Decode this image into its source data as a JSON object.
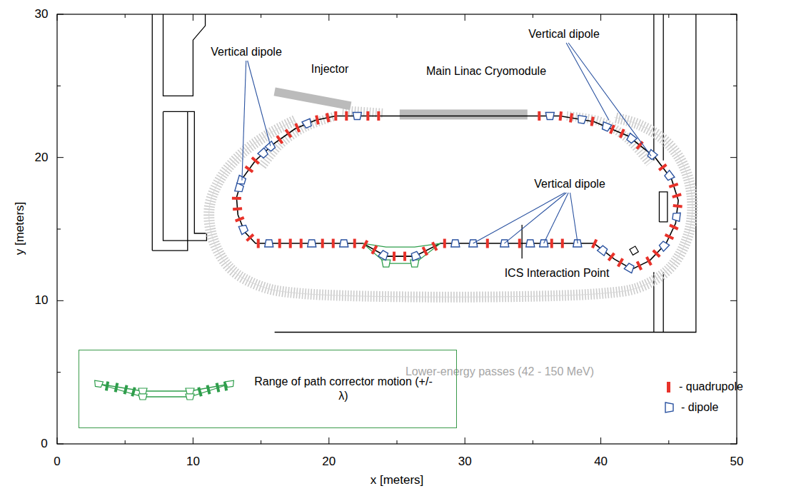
{
  "diagram": {
    "nodes": [
      {
        "text": [
          "Range of path corrector motion (+/- λ)"
        ]
      }
    ],
    "labels": [
      "Vertical dipole",
      "Injector",
      "Main Linac Cryomodule",
      "Vertical dipole",
      "Vertical dipole",
      "ICS Interaction Point",
      "Lower-energy passes (42 - 150 MeV)",
      "30",
      "20",
      "10",
      "0",
      "0",
      "10",
      "20",
      "30",
      "40",
      "50",
      "x [meters]",
      "y [meters]"
    ],
    "legend": [
      {
        "text": "- quadrupole",
        "color": "#e8322a"
      },
      {
        "text": "- dipole"
      }
    ]
  }
}
